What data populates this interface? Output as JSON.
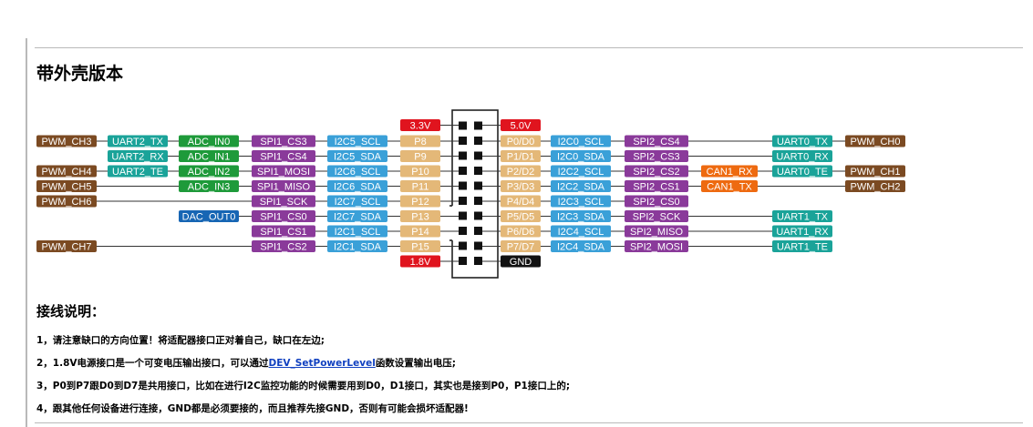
{
  "title": "带外壳版本",
  "section_title": "接线说明：",
  "notes": {
    "n1": "1，请注意缺口的方向位置！将适配器接口正对着自己，缺口在左边;",
    "n2_before": "2，1.8V电源接口是一个可变电压输出接口，可以通过",
    "n2_link": "DEV_SetPowerLevel",
    "n2_after": "函数设置输出电压;",
    "n3": "3，P0到P7跟D0到D7是共用接口，比如在进行I2C监控功能的时候需要用到D0，D1接口，其实也是接到P0，P1接口上的;",
    "n4": "4，跟其他任何设备进行连接，GND都是必须要接的，而且推荐先接GND，否则有可能会损坏适配器!"
  },
  "colors": {
    "pwm": "#7b4a22",
    "uart": "#1aa399",
    "adc": "#1e9a3a",
    "spi": "#8a3a9a",
    "i2c": "#3aa0d8",
    "pin": "#e4b878",
    "power": "#e0141e",
    "gnd": "#111111",
    "can": "#ee6a10",
    "dac": "#1766b4"
  },
  "power_top_left": "3.3V",
  "power_top_right": "5.0V",
  "power_bottom_left": "1.8V",
  "gnd_label": "GND",
  "left_rows": [
    {
      "pin": "P8",
      "tags": [
        {
          "t": "I2C5_SCL",
          "c": "i2c"
        },
        {
          "t": "SPI1_CS3",
          "c": "spi"
        },
        {
          "t": "ADC_IN0",
          "c": "adc"
        },
        {
          "t": "UART2_TX",
          "c": "uart"
        },
        {
          "t": "PWM_CH3",
          "c": "pwm"
        }
      ]
    },
    {
      "pin": "P9",
      "tags": [
        {
          "t": "I2C5_SDA",
          "c": "i2c"
        },
        {
          "t": "SPI1_CS4",
          "c": "spi"
        },
        {
          "t": "ADC_IN1",
          "c": "adc"
        },
        {
          "t": "UART2_RX",
          "c": "uart"
        }
      ]
    },
    {
      "pin": "P10",
      "tags": [
        {
          "t": "I2C6_SCL",
          "c": "i2c"
        },
        {
          "t": "SPI1_MOSI",
          "c": "spi"
        },
        {
          "t": "ADC_IN2",
          "c": "adc"
        },
        {
          "t": "UART2_TE",
          "c": "uart"
        },
        {
          "t": "PWM_CH4",
          "c": "pwm"
        }
      ]
    },
    {
      "pin": "P11",
      "tags": [
        {
          "t": "I2C6_SDA",
          "c": "i2c"
        },
        {
          "t": "SPI1_MISO",
          "c": "spi"
        },
        {
          "t": "ADC_IN3",
          "c": "adc"
        },
        {
          "t": "PWM_CH5",
          "c": "pwm"
        }
      ]
    },
    {
      "pin": "P12",
      "tags": [
        {
          "t": "I2C7_SCL",
          "c": "i2c"
        },
        {
          "t": "SPI1_SCK",
          "c": "spi"
        },
        {
          "t": "PWM_CH6",
          "c": "pwm"
        }
      ]
    },
    {
      "pin": "P13",
      "tags": [
        {
          "t": "I2C7_SDA",
          "c": "i2c"
        },
        {
          "t": "SPI1_CS0",
          "c": "spi"
        },
        {
          "t": "DAC_OUT0",
          "c": "dac"
        }
      ]
    },
    {
      "pin": "P14",
      "tags": [
        {
          "t": "I2C1_SCL",
          "c": "i2c"
        },
        {
          "t": "SPI1_CS1",
          "c": "spi"
        }
      ]
    },
    {
      "pin": "P15",
      "tags": [
        {
          "t": "I2C1_SDA",
          "c": "i2c"
        },
        {
          "t": "SPI1_CS2",
          "c": "spi"
        },
        {
          "t": "PWM_CH7",
          "c": "pwm"
        }
      ]
    }
  ],
  "right_rows": [
    {
      "pin": "P0/D0",
      "tags": [
        {
          "t": "I2C0_SCL",
          "c": "i2c"
        },
        {
          "t": "SPI2_CS4",
          "c": "spi"
        },
        {
          "t": "UART0_TX",
          "c": "uart"
        },
        {
          "t": "PWM_CH0",
          "c": "pwm"
        }
      ]
    },
    {
      "pin": "P1/D1",
      "tags": [
        {
          "t": "I2C0_SDA",
          "c": "i2c"
        },
        {
          "t": "SPI2_CS3",
          "c": "spi"
        },
        {
          "t": "UART0_RX",
          "c": "uart"
        }
      ]
    },
    {
      "pin": "P2/D2",
      "tags": [
        {
          "t": "I2C2_SCL",
          "c": "i2c"
        },
        {
          "t": "SPI2_CS2",
          "c": "spi"
        },
        {
          "t": "CAN1_RX",
          "c": "can"
        },
        {
          "t": "UART0_TE",
          "c": "uart"
        },
        {
          "t": "PWM_CH1",
          "c": "pwm"
        }
      ]
    },
    {
      "pin": "P3/D3",
      "tags": [
        {
          "t": "I2C2_SDA",
          "c": "i2c"
        },
        {
          "t": "SPI2_CS1",
          "c": "spi"
        },
        {
          "t": "CAN1_TX",
          "c": "can"
        },
        {
          "t": "PWM_CH2",
          "c": "pwm"
        }
      ]
    },
    {
      "pin": "P4/D4",
      "tags": [
        {
          "t": "I2C3_SCL",
          "c": "i2c"
        },
        {
          "t": "SPI2_CS0",
          "c": "spi"
        }
      ]
    },
    {
      "pin": "P5/D5",
      "tags": [
        {
          "t": "I2C3_SDA",
          "c": "i2c"
        },
        {
          "t": "SPI2_SCK",
          "c": "spi"
        },
        {
          "t": "UART1_TX",
          "c": "uart"
        }
      ]
    },
    {
      "pin": "P6/D6",
      "tags": [
        {
          "t": "I2C4_SCL",
          "c": "i2c"
        },
        {
          "t": "SPI2_MISO",
          "c": "spi"
        },
        {
          "t": "UART1_RX",
          "c": "uart"
        }
      ]
    },
    {
      "pin": "P7/D7",
      "tags": [
        {
          "t": "I2C4_SDA",
          "c": "i2c"
        },
        {
          "t": "SPI2_MOSI",
          "c": "spi"
        },
        {
          "t": "UART1_TE",
          "c": "uart"
        }
      ]
    }
  ]
}
